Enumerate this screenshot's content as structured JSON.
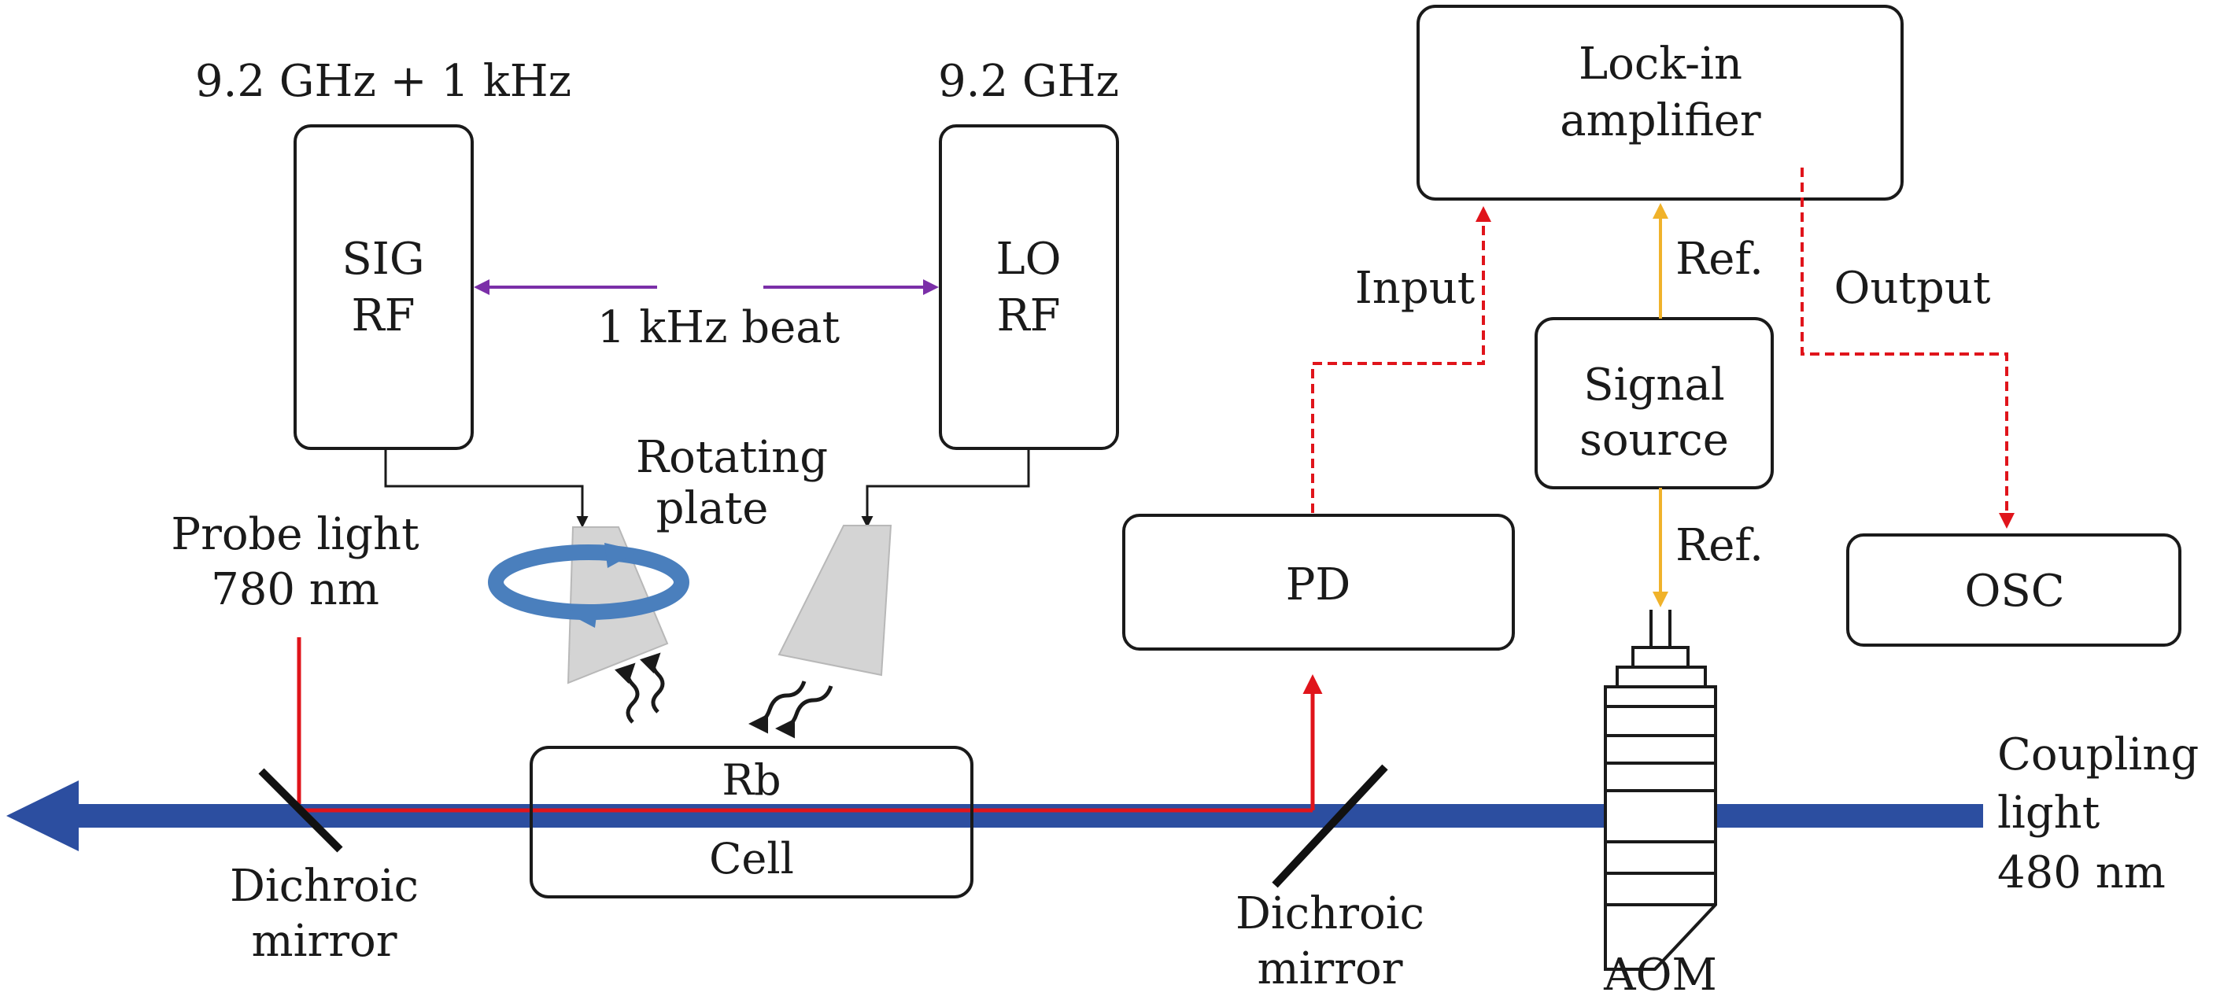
{
  "colors": {
    "coupling_beam": "#2c4ea0",
    "probe_beam": "#e0141b",
    "beat_arrow": "#7b2fa8",
    "ref_arrow": "#f0b22a",
    "signal_dashed": "#e0141b",
    "rotation_arrow": "#4a7fbd",
    "horn": "#d4d4d4",
    "outline": "#1a1a1a"
  },
  "labels": {
    "sig_freq": "9.2 GHz + 1 kHz",
    "lo_freq": "9.2 GHz",
    "sig_rf": [
      "SIG",
      "RF"
    ],
    "lo_rf": [
      "LO",
      "RF"
    ],
    "beat": "1 kHz beat",
    "rotating_plate": [
      "Rotating",
      "plate"
    ],
    "probe_light": [
      "Probe light",
      "780 nm"
    ],
    "cell": [
      "Rb",
      "Cell"
    ],
    "dichroic_left": [
      "Dichroic",
      "mirror"
    ],
    "dichroic_right": [
      "Dichroic",
      "mirror"
    ],
    "pd": "PD",
    "input": "Input",
    "lockin": [
      "Lock-in",
      "amplifier"
    ],
    "ref_top": "Ref.",
    "ref_bottom": "Ref.",
    "signal_source": [
      "Signal",
      "source"
    ],
    "output": "Output",
    "osc": "OSC",
    "aom": "AOM",
    "coupling_light": [
      "Coupling",
      "light",
      "480 nm"
    ]
  }
}
